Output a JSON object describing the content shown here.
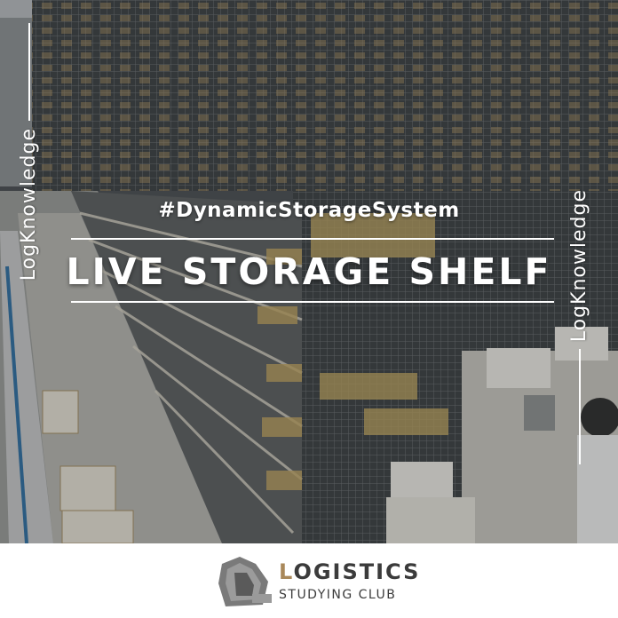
{
  "hashtag": "#DynamicStorageSystem",
  "headline": "LIVE STORAGE SHELF",
  "side_label_left": "LogKnowledge",
  "side_label_right": "LogKnowledge",
  "brand": {
    "first_letter": "L",
    "rest": "OGISTICS",
    "subtitle": "STUDYING CLUB"
  },
  "colors": {
    "brand_accent": "#a9885a",
    "brand_text": "#3b3b3b",
    "overlay_text": "#ffffff"
  },
  "icons": {
    "logo": "truck-hull-icon"
  }
}
